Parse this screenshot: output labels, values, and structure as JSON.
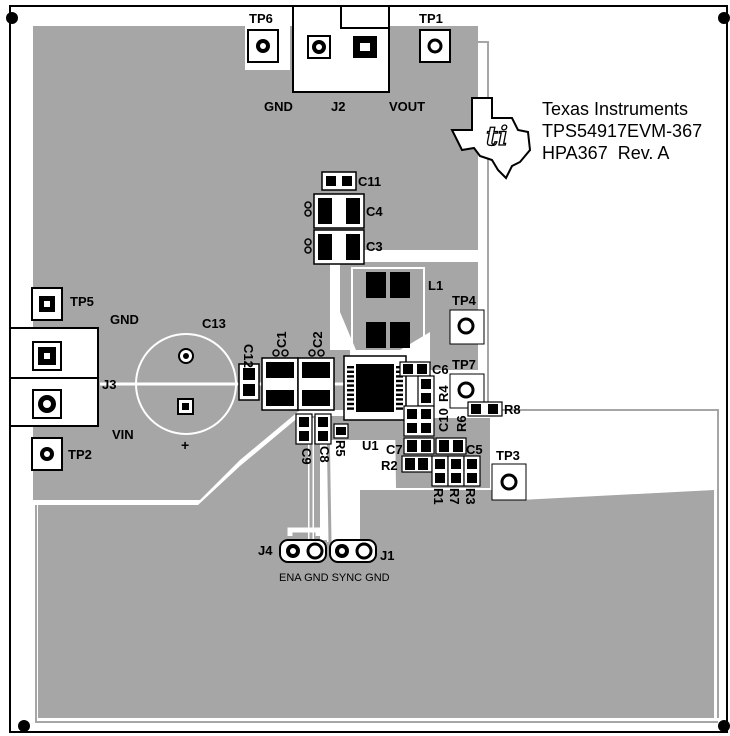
{
  "title_block": {
    "company": "Texas Instruments",
    "board": "TPS54917EVM-367",
    "revision": "HPA367  Rev. A"
  },
  "test_points": {
    "tp1": "TP1",
    "tp2": "TP2",
    "tp3": "TP3",
    "tp4": "TP4",
    "tp5": "TP5",
    "tp6": "TP6",
    "tp7": "TP7"
  },
  "connectors": {
    "j1": "J1",
    "j2": "J2",
    "j3": "J3",
    "j4": "J4",
    "j2_gnd": "GND",
    "j2_vout": "VOUT",
    "j3_gnd": "GND",
    "j3_vin": "VIN",
    "jumper_labels": "ENA GND SYNC GND"
  },
  "components": {
    "c1": "C1",
    "c2": "C2",
    "c3": "C3",
    "c4": "C4",
    "c5": "C5",
    "c6": "C6",
    "c7": "C7",
    "c8": "C8",
    "c9": "C9",
    "c10": "C10",
    "c11": "C11",
    "c12": "C12",
    "c13": "C13",
    "c13_polarity": "+",
    "l1": "L1",
    "u1": "U1",
    "r1": "R1",
    "r2": "R2",
    "r3": "R3",
    "r4": "R4",
    "r5": "R5",
    "r6": "R6",
    "r7": "R7",
    "r8": "R8"
  },
  "colors": {
    "copper": "#a6a6a6",
    "pad": "#1a1a1a",
    "silk": "#000000",
    "board": "#ffffff"
  }
}
